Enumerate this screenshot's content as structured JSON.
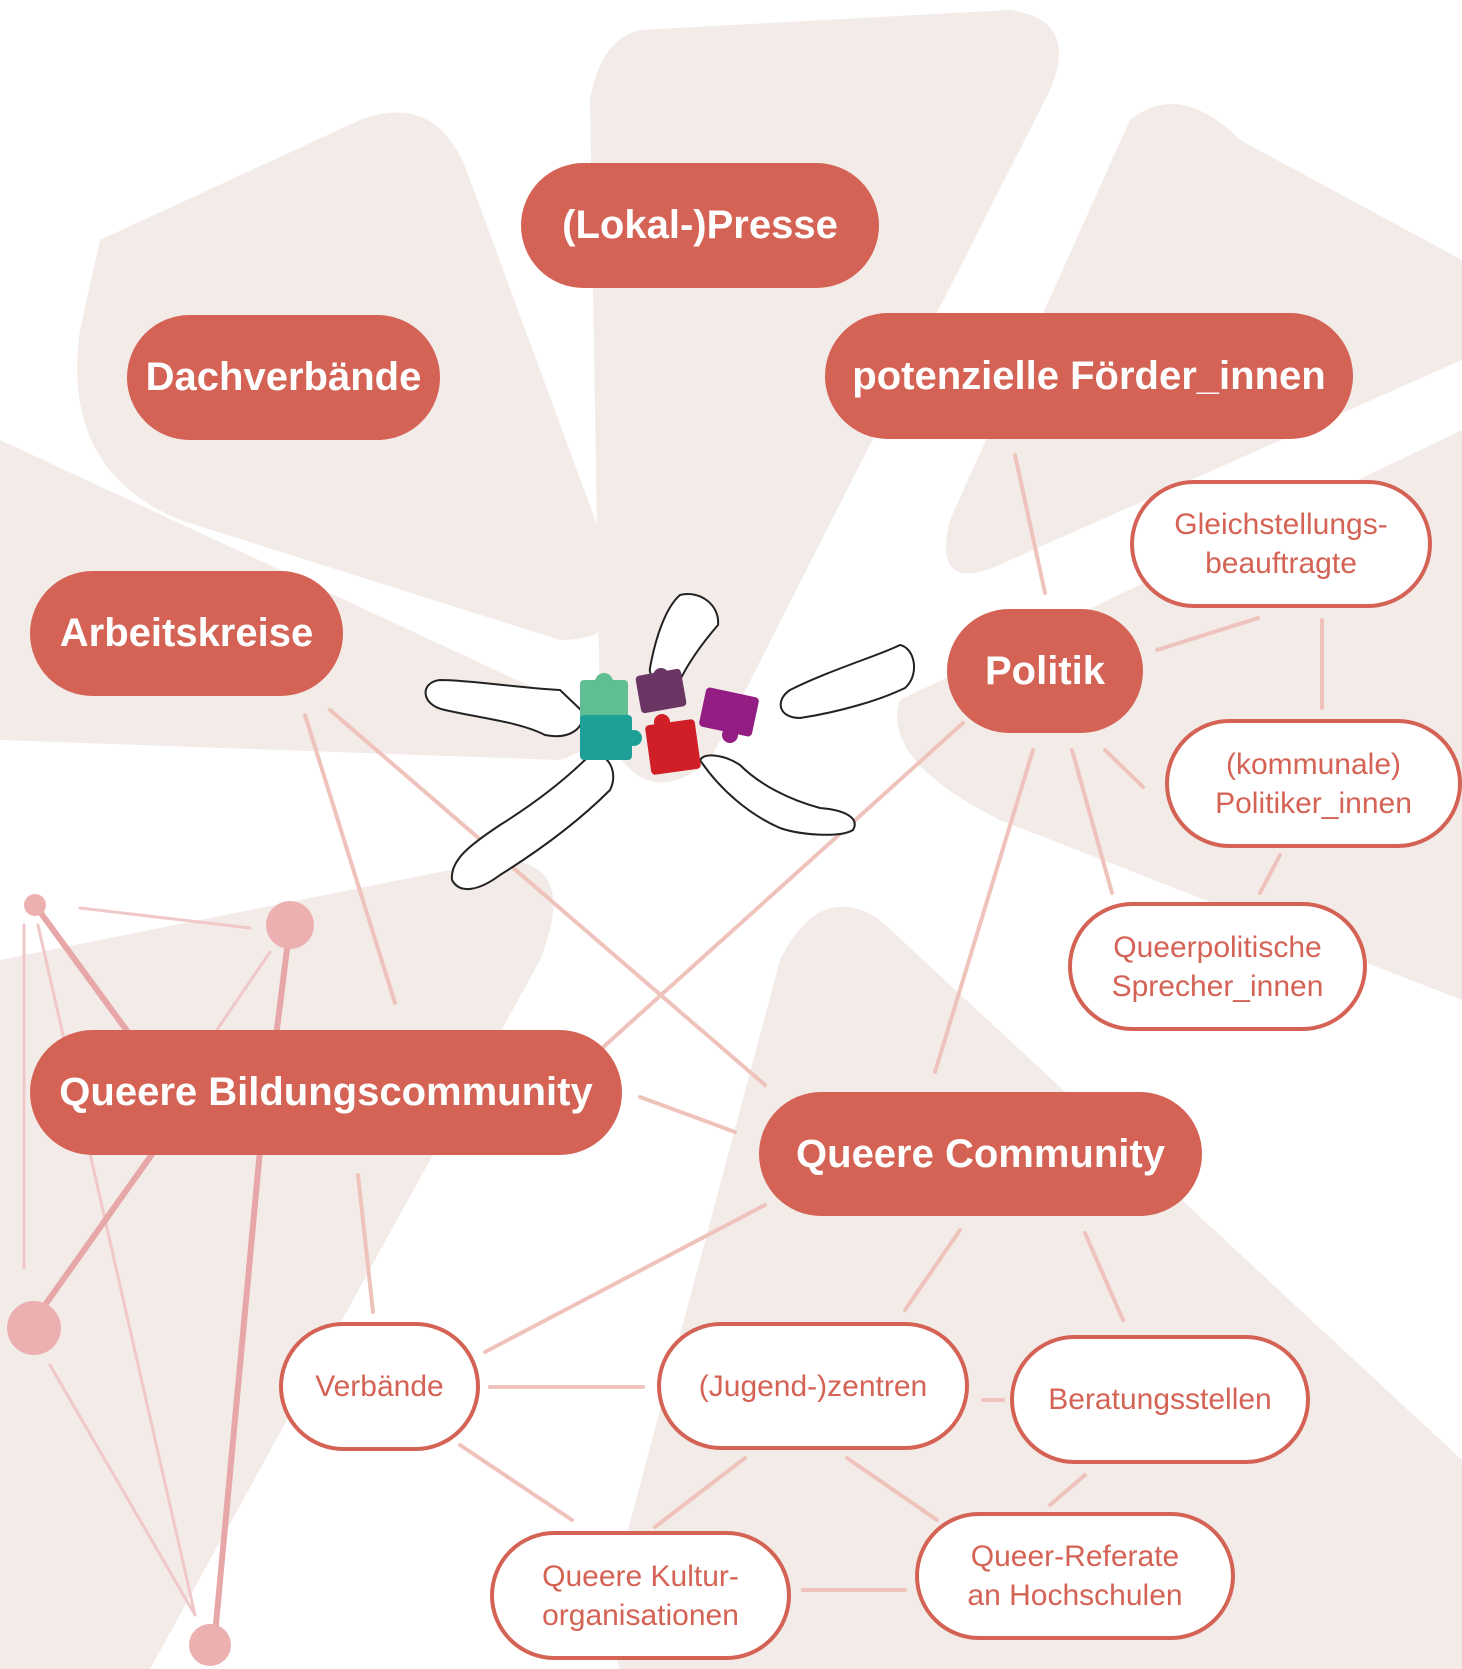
{
  "colors": {
    "accent": "#d46355",
    "background_shape": "#f2ebe7",
    "connector": "#efc3bc",
    "decor_dot": "#ecb0b1",
    "puzzle": [
      "#5fbf93",
      "#6a3463",
      "#931d82",
      "#1e9f98",
      "#d01f26"
    ]
  },
  "illustration": {
    "name": "hands-holding-puzzle-pieces"
  },
  "main_nodes": {
    "lokalpresse": "(Lokal-)Presse",
    "dachverbaende": "Dachverbände",
    "foerderinnen": "potenzielle Förder_innen",
    "arbeitskreise": "Arbeitskreise",
    "politik": "Politik",
    "bildungscommunity": "Queere Bildungscommunity",
    "community": "Queere Community"
  },
  "sub_nodes": {
    "gleichstellung": [
      "Gleichstellungs-",
      "beauftragte"
    ],
    "politiker": [
      "(kommunale)",
      "Politiker_innen"
    ],
    "sprecher": [
      "Queerpolitische",
      "Sprecher_innen"
    ],
    "verbaende": [
      "Verbände"
    ],
    "jugendzentren": [
      "(Jugend-)zentren"
    ],
    "beratung": [
      "Beratungsstellen"
    ],
    "kultur": [
      "Queere Kultur-",
      "organisationen"
    ],
    "referate": [
      "Queer-Referate",
      "an Hochschulen"
    ]
  }
}
